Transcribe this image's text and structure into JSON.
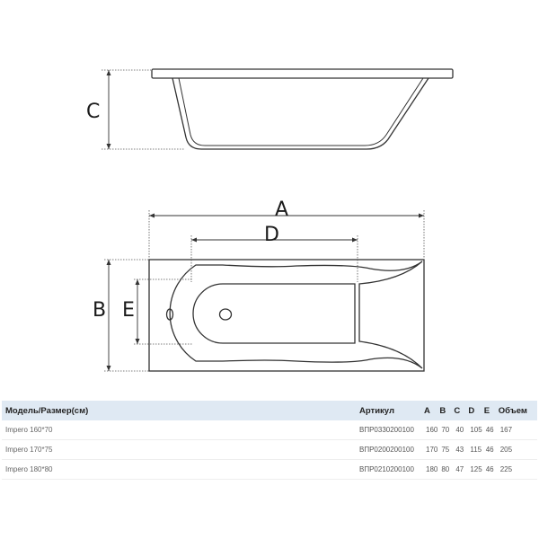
{
  "diagram": {
    "labels": {
      "a": "A",
      "b": "B",
      "c": "C",
      "d": "D",
      "e": "E"
    }
  },
  "spec_table": {
    "headers": [
      "Модель/Размер(см)",
      "Артикул",
      "A",
      "B",
      "C",
      "D",
      "E",
      "Объем"
    ],
    "rows": [
      [
        "Impero 160*70",
        "ВПР0330200100",
        "160",
        "70",
        "40",
        "105",
        "46",
        "167"
      ],
      [
        "Impero 170*75",
        "ВПР0200200100",
        "170",
        "75",
        "43",
        "115",
        "46",
        "205"
      ],
      [
        "Impero 180*80",
        "ВПР0210200100",
        "180",
        "80",
        "47",
        "125",
        "46",
        "225"
      ]
    ]
  }
}
